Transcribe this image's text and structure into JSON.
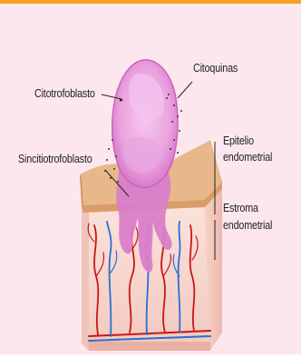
{
  "labels": {
    "cytokines": "Citoquinas",
    "cytotrophoblast": "Citotrofoblasto",
    "syncytiotrophoblast": "Sincitiotrofoblasto",
    "epithelium_line1": "Epitelio",
    "epithelium_line2": "endometrial",
    "stroma_line1": "Estroma",
    "stroma_line2": "endometrial"
  },
  "colors": {
    "background": "#fde7ee",
    "top_border": "#f4a020",
    "blastocyst": "#e690d8",
    "syncytium": "#d97ec9",
    "epithelium": "#e9b88a",
    "stroma": "#f6d8d0",
    "artery": "#c8161b",
    "vein": "#2a6fd1"
  }
}
